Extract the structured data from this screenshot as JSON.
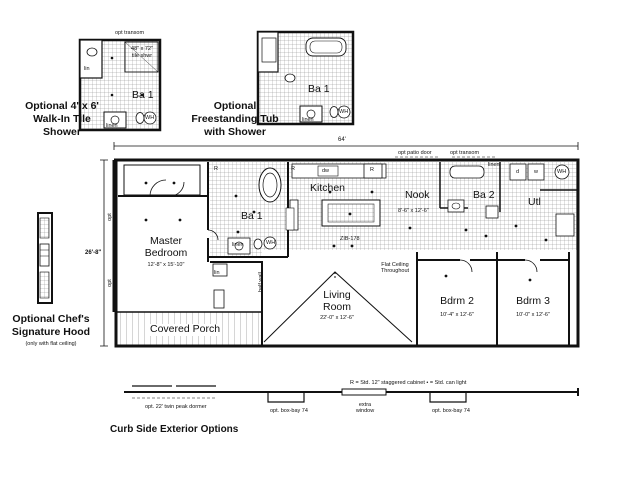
{
  "overall": {
    "width_dim": "64'",
    "depth_dim": "26'-8\"",
    "opt_left_1": "opt",
    "opt_left_2": "opt"
  },
  "options": {
    "walk_in_shower": {
      "title_l1": "Optional 4' x 6'",
      "title_l2": "Walk-In Tile",
      "title_l3": "Shower",
      "opt_transom": "opt transom",
      "shower_size": "48\" x 72\"",
      "shower_type": "tile shwr",
      "lin": "lin",
      "ba1": "Ba 1",
      "linen": "linen",
      "wh": "WH"
    },
    "freestanding_tub": {
      "title_l1": "Optional",
      "title_l2": "Freestanding Tub",
      "title_l3": "with Shower",
      "ba1": "Ba 1",
      "linen": "linen",
      "wh": "WH"
    },
    "chefs_hood": {
      "title_l1": "Optional Chef's",
      "title_l2": "Signature Hood",
      "note": "(only with flat ceiling)"
    }
  },
  "rooms": {
    "master": {
      "name_l1": "Master",
      "name_l2": "Bedroom",
      "dims": "12'-8\" x 15'-10\""
    },
    "ba1": {
      "name": "Ba 1",
      "linen": "linen",
      "wh": "WH"
    },
    "kitchen": {
      "name": "Kitchen",
      "dw": "dw",
      "r": "R",
      "zib": "ZIB-178"
    },
    "nook": {
      "name": "Nook",
      "dims": "8'-6\" x 12'-6\""
    },
    "ba2": {
      "name": "Ba 2",
      "linen": "linen"
    },
    "utl": {
      "name": "Utl",
      "d": "d",
      "w": "w",
      "wh": "WH"
    },
    "living": {
      "name_l1": "Living",
      "name_l2": "Room",
      "dims": "22'-0\" x 12'-6\""
    },
    "bdrm2": {
      "name": "Bdrm 2",
      "dims": "10'-4\" x 12'-6\""
    },
    "bdrm3": {
      "name": "Bdrm 3",
      "dims": "10'-0\" x 12'-6\""
    },
    "porch": {
      "name": "Covered Porch"
    },
    "flat_ceiling_l1": "Flat Ceiling",
    "flat_ceiling_l2": "Throughout",
    "half_wall": "half wall",
    "lin": "lin",
    "r_master": "R",
    "r_kit2": "R"
  },
  "top_labels": {
    "opt_patio_door": "opt patio door",
    "opt_transom": "opt transom"
  },
  "exterior": {
    "title": "Curb Side Exterior Options",
    "dormer": "opt. 22' twin peak dormer",
    "boxbay_1": "opt. box-bay 74",
    "extra_window_l1": "extra",
    "extra_window_l2": "window",
    "boxbay_2": "opt. box-bay 74"
  },
  "legend": "R = Std. 12\" staggered cabinet   • = Std. can light",
  "colors": {
    "wall": "#111111",
    "grid": "#9a9a9a",
    "paper": "#ffffff"
  }
}
